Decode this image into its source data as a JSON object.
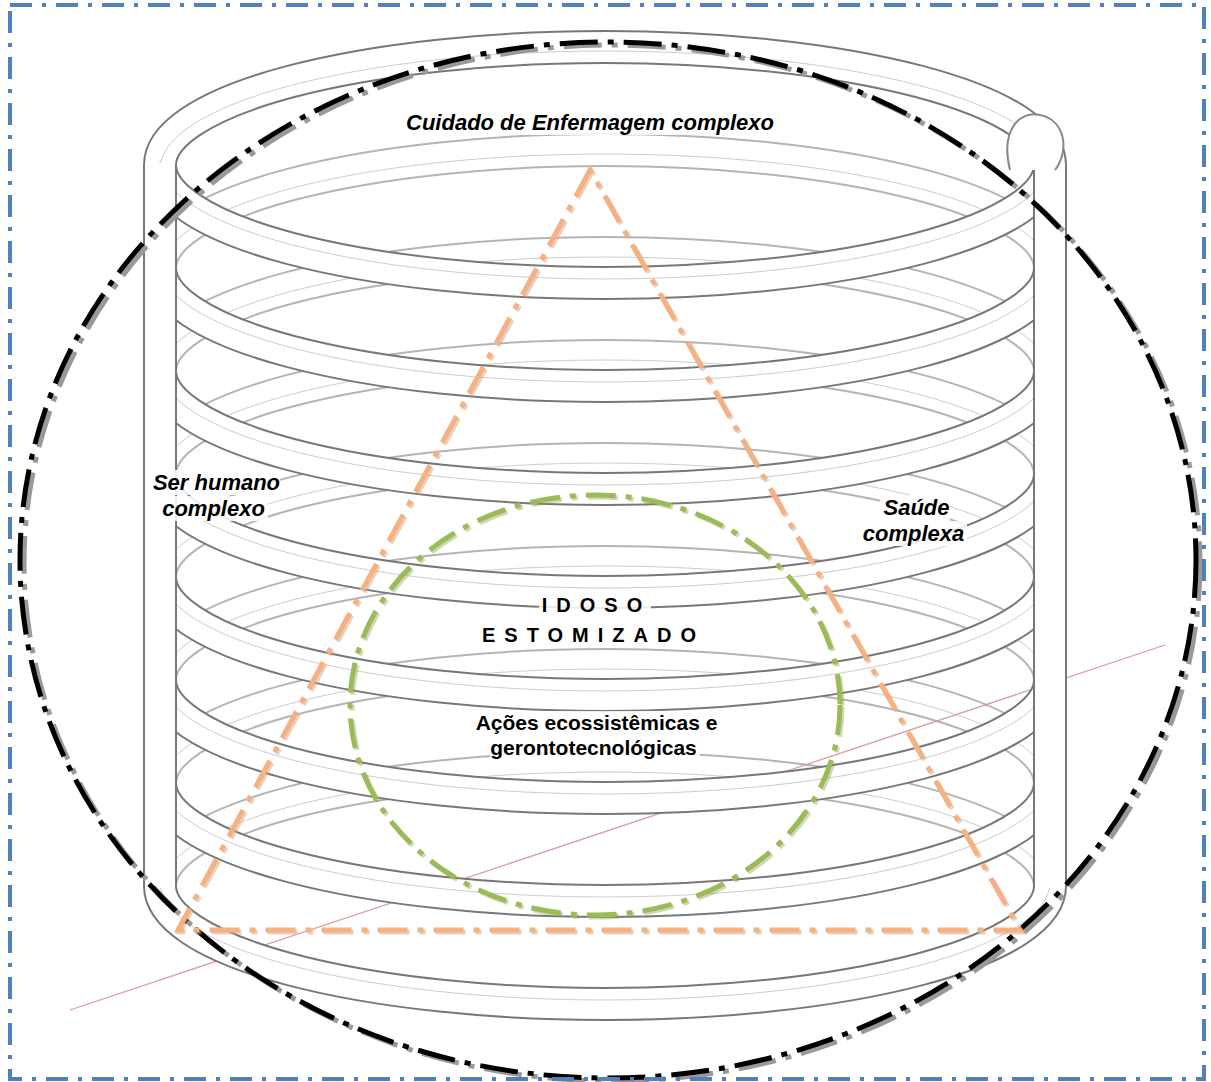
{
  "diagram": {
    "nodes": [
      {
        "text": [
          "Cuidado de Enfermagem complexo",
          "Ser humano complexo",
          "Saúde complexa"
        ]
      },
      {
        "text": [
          "IDOSO ESTOMIZADO",
          "Ações ecossistêmicas e gerontotecnológicas"
        ],
        "in": 0
      }
    ]
  }
}
